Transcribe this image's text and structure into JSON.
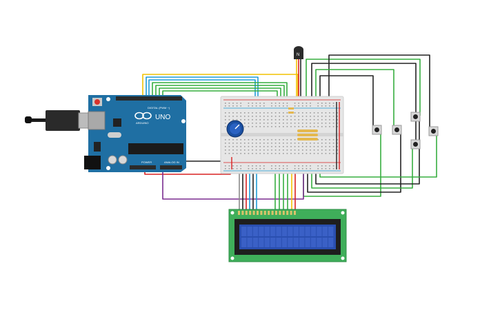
{
  "arduino": {
    "brand": "ARDUINO",
    "model": "UNO",
    "digital_label": "DIGITAL (PWM ~)",
    "power_label": "POWER",
    "analog_label": "ANALOG IN",
    "board_color": "#1f6fa3",
    "reset_color": "#d9322b"
  },
  "components": {
    "temp_sensor_label": "N",
    "pot_color": "#1a4fa0",
    "lcd_border_color": "#3fae5a",
    "lcd_screen_color": "#2a4fb0",
    "button_count": "5"
  },
  "wire_colors": {
    "yellow": "#f2c200",
    "blue": "#1d9bd6",
    "green": "#36ad3f",
    "black": "#222222",
    "red": "#d92020",
    "purple": "#7a2c8f",
    "gray": "#8a8a8a"
  }
}
